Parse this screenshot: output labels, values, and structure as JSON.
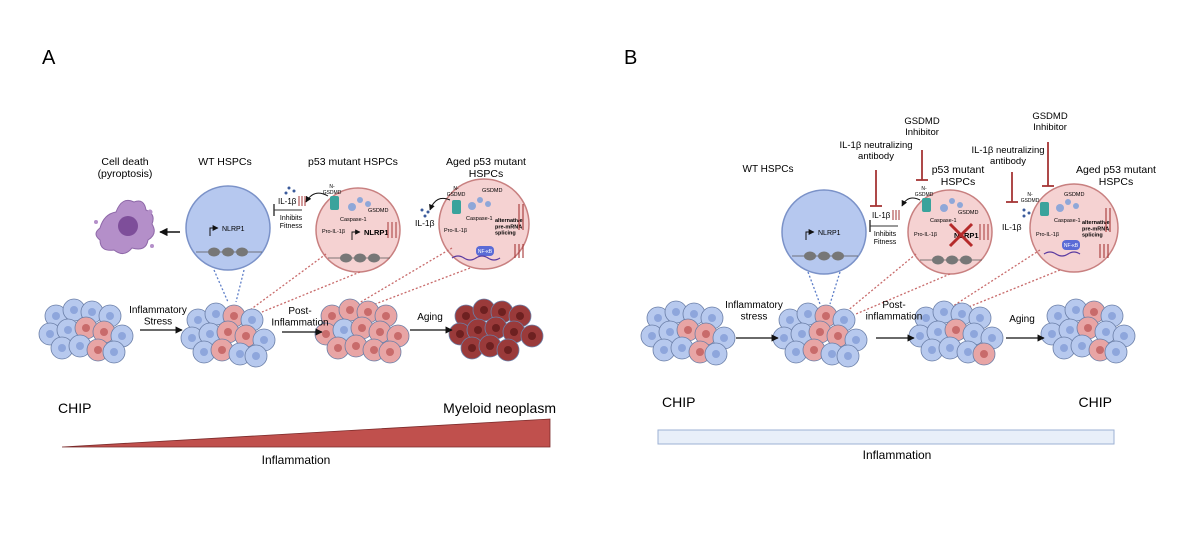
{
  "colors": {
    "blue_cell": "#b7c9ee",
    "blue_nucleus": "#8ea6dc",
    "red_cell": "#e8a5a5",
    "red_nucleus": "#c86b6b",
    "dark_cell": "#9a3a3a",
    "dark_nucleus": "#6d2020",
    "inflammation_wedge": "#c0504d",
    "inhibitor_red": "#a53535",
    "callout_pink": "#f5d2d2",
    "callout_blue": "#b6c8ef",
    "bar_light": "#e8eff9"
  },
  "icons": [
    "cell-cluster-icon",
    "nucleosome-icon",
    "gasdermin-pore-icon",
    "caspase-icon",
    "nf-kb-icon",
    "pyroptotic-cell-icon",
    "cross-icon",
    "inhibition-bar-icon"
  ],
  "panelA": {
    "label": "A",
    "cell_death_label": "Cell death\n(pyroptosis)",
    "wt_hspcs_label": "WT HSPCs",
    "p53_mutant_label": "p53 mutant HSPCs",
    "aged_p53_label": "Aged p53 mutant\nHSPCs",
    "nlrp1_label": "NLRP1",
    "il1b_label": "IL-1β",
    "inhibits_fitness_label": "Inhibits\nFitness",
    "n_gsdmd_label": "N-\nGSDMD",
    "gsdmd_label": "GSDMD",
    "caspase1_label": "Caspase-1",
    "pro_il1b_label": "Pro-IL-1β",
    "alt_splicing_label": "alternative\npre-mRNA\nsplicing",
    "nfkb_label": "NF-κB",
    "inflammatory_stress_label": "Inflammatory\nStress",
    "post_inflammation_label": "Post-\nInflammation",
    "aging_label": "Aging",
    "chip_label": "CHIP",
    "myeloid_label": "Myeloid neoplasm",
    "inflammation_label": "Inflammation"
  },
  "panelB": {
    "label": "B",
    "wt_hspcs_label": "WT HSPCs",
    "p53_mutant_label": "p53 mutant\nHSPCs",
    "aged_p53_label": "Aged p53 mutant\nHSPCs",
    "gsdmd_inhibitor_1": "GSDMD\nInhibitor",
    "gsdmd_inhibitor_2": "GSDMD\nInhibitor",
    "il1b_antibody_1": "IL-1β neutralizing\nantibody",
    "il1b_antibody_2": "IL-1β neutralizing\nantibody",
    "nlrp1_label": "NLRP1",
    "il1b_label": "IL-1β",
    "inhibits_fitness_label": "Inhibits\nFitness",
    "n_gsdmd_label": "N-\nGSDMD",
    "gsdmd_label": "GSDMD",
    "caspase1_label": "Caspase-1",
    "pro_il1b_label": "Pro-IL-1β",
    "alt_splicing_label": "alternative\npre-mRNA\nsplicing",
    "nfkb_label": "NF-κB",
    "inflammatory_stress_label": "Inflammatory\nstress",
    "post_inflammation_label": "Post-\ninflammation",
    "aging_label": "Aging",
    "chip_left_label": "CHIP",
    "chip_right_label": "CHIP",
    "inflammation_label": "Inflammation"
  }
}
